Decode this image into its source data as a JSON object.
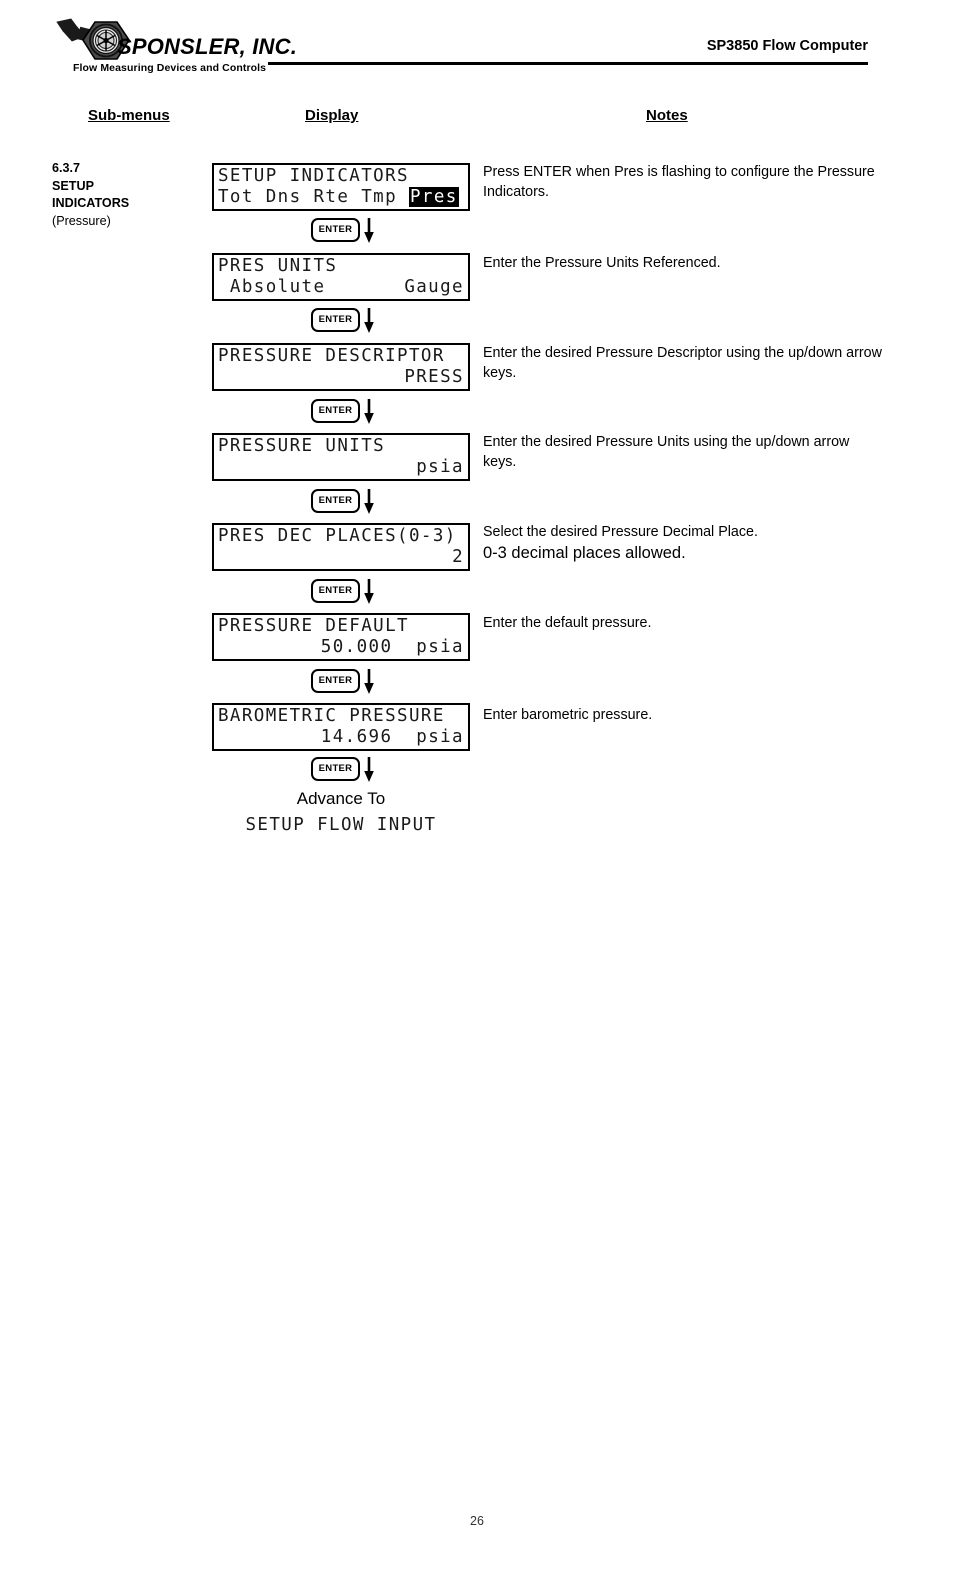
{
  "header": {
    "brand": "SPONSLER, INC.",
    "tagline": "Flow Measuring Devices and Controls",
    "title": "SP3850 Flow Computer"
  },
  "columns": {
    "submenus": "Sub-menus",
    "display": "Display",
    "notes": "Notes"
  },
  "submenu": {
    "section": "6.3.7",
    "name_line1": "SETUP",
    "name_line2": "INDICATORS",
    "qualifier": "(Pressure)"
  },
  "enter_button": {
    "label": "ENTER",
    "arrow_icon": "down-arrow-icon"
  },
  "screens": [
    {
      "id": "setup-indicators",
      "line1": "SETUP INDICATORS",
      "line2_prefix": "Tot Dns Rte Tmp ",
      "line2_highlight": "Pres",
      "note": "Press ENTER when Pres is flashing to configure the Pressure Indicators."
    },
    {
      "id": "pres-units",
      "line1": "PRES UNITS",
      "line2_left": " Absolute",
      "line2_right": "Gauge",
      "note": "Enter the Pressure Units Referenced."
    },
    {
      "id": "pressure-descriptor",
      "line1": "PRESSURE DESCRIPTOR",
      "line2_right": "PRESS",
      "note": "Enter the desired Pressure Descriptor using the up/down arrow keys."
    },
    {
      "id": "pressure-units",
      "line1": "PRESSURE UNITS",
      "line2_right": "psia",
      "note": "Enter the desired Pressure Units using the up/down arrow keys."
    },
    {
      "id": "pres-dec-places",
      "line1": "PRES DEC PLACES(0-3)",
      "line2_right": "2",
      "note_line1": "Select the desired Pressure Decimal Place.",
      "note_line2": "0-3 decimal places allowed."
    },
    {
      "id": "pressure-default",
      "line1": "PRESSURE DEFAULT",
      "line2_right": "50.000  psia",
      "note": "Enter the default pressure."
    },
    {
      "id": "barometric-pressure",
      "line1": "BAROMETRIC PRESSURE",
      "line2_right": "14.696  psia",
      "note": "Enter barometric pressure."
    }
  ],
  "advance": {
    "label": "Advance To",
    "target": "SETUP FLOW INPUT"
  },
  "footer": {
    "page_number": "26"
  }
}
